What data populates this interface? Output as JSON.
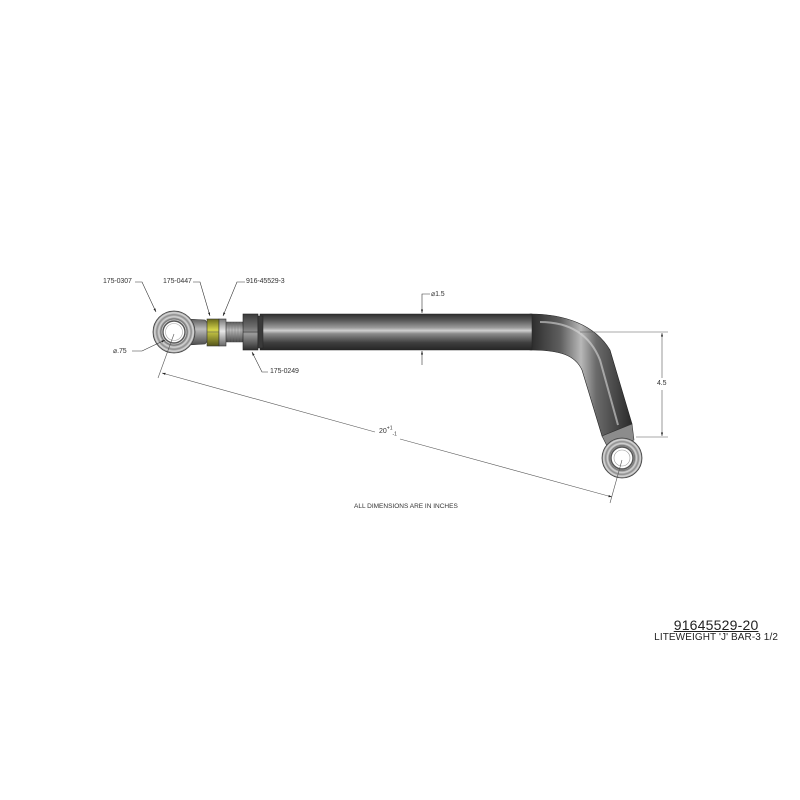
{
  "drawing": {
    "type": "technical-assembly-drawing",
    "subject": "adjustable J-bar with rod ends",
    "colors": {
      "tube": "#4a4a4a",
      "tube_highlight": "#c8c8c8",
      "jam_nut": "#b5b530",
      "dimension_line": "#555555",
      "background": "#ffffff"
    }
  },
  "callouts": [
    {
      "id": "rod-end",
      "label": "175-0307"
    },
    {
      "id": "jam-nut",
      "label": "175-0447"
    },
    {
      "id": "washer",
      "label": "916-45529-3"
    },
    {
      "id": "tube-nut",
      "label": "175-0249"
    }
  ],
  "dimensions": {
    "eye_diameter": "⌀.75",
    "tube_diameter": "⌀1.5",
    "drop_height": "4.5",
    "length_nominal": "20",
    "length_tol_plus": "+1",
    "length_tol_minus": "-1"
  },
  "notes": {
    "units": "ALL DIMENSIONS ARE IN INCHES"
  },
  "title_block": {
    "part_number": "91645529-20",
    "description": "LITEWEIGHT 'J' BAR-3 1/2"
  }
}
